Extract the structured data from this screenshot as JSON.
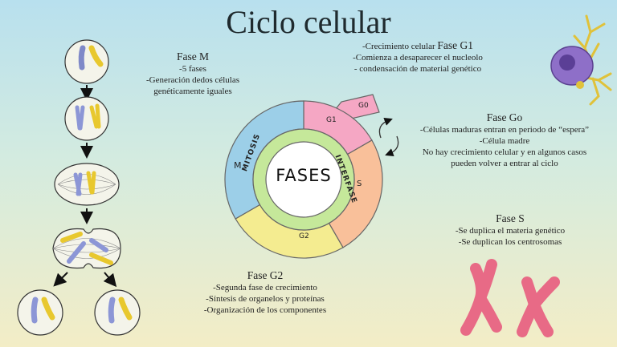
{
  "title": "Ciclo celular",
  "fase_m": {
    "heading": "Fase M",
    "lines": [
      "-5 fases",
      "-Generación dedos células",
      "genéticamente iguales"
    ]
  },
  "fase_g1": {
    "line1_prefix": "-Crecimiento celular",
    "heading": "Fase G1",
    "lines": [
      "-Comienza a desaparecer el nucleolo",
      "- condensación de material genético"
    ]
  },
  "fase_g0": {
    "heading": "Fase Go",
    "lines": [
      "-Células maduras entran en periodo de “espera”",
      "-Célula madre",
      "No hay crecimiento celular y en algunos casos",
      "pueden volver a entrar al ciclo"
    ]
  },
  "fase_s": {
    "heading": "Fase S",
    "lines": [
      "-Se duplica el materia genético",
      "-Se duplican los centrosomas"
    ]
  },
  "fase_g2": {
    "heading": "Fase G2",
    "lines": [
      "-Segunda fase de crecimiento",
      "-Síntesis de organelos y proteínas",
      "-Organización de los componentes"
    ]
  },
  "cycle": {
    "center": "FASES",
    "mitosis": "MITOSIS",
    "interfase": "INTERFASE",
    "m": "M",
    "g1": "G1",
    "g0": "G0",
    "s": "S",
    "g2": "G2"
  },
  "colors": {
    "m": "#9ccfe8",
    "g1": "#f5a7c4",
    "s": "#f9c09a",
    "g2": "#f4ec90",
    "inner": "#c5e89a",
    "chrom_blue": "#9aa6e0",
    "chrom_yellow": "#f0d23a",
    "chrom_red": "#e8708a"
  }
}
